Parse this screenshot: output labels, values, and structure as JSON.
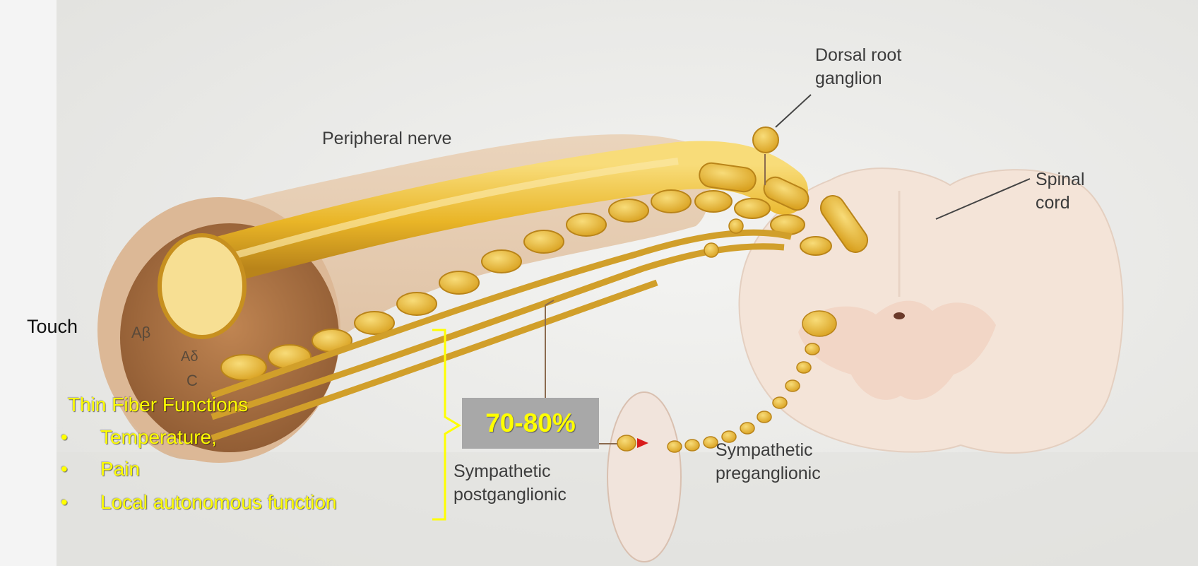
{
  "labels": {
    "dorsal_root_ganglion": "Dorsal root\nganglion",
    "peripheral_nerve": "Peripheral nerve",
    "spinal_cord": "Spinal\ncord",
    "sympathetic_postganglionic": "Sympathetic\npostganglionic",
    "sympathetic_preganglionic": "Sympathetic\npreganglionic"
  },
  "fiber_labels": {
    "a_beta": "Aβ",
    "a_delta": "Aδ",
    "c": "C"
  },
  "side_label": "Touch",
  "overlay": {
    "title": "Thin Fiber Functions",
    "items": [
      "Temperature,",
      "Pain",
      "Local autonomous function"
    ],
    "bullet": "•",
    "percentage": "70-80%"
  },
  "colors": {
    "fiber_gold": "#e9b527",
    "fiber_light": "#f8dc79",
    "nerve_sheath": "#e3c3a3",
    "nerve_core": "#a66d3f",
    "spinal_cord": "#f4e4d8",
    "overlay_text": "#ffff00",
    "bracket": "#ffff00",
    "percentage_box": "#a8a8a8"
  }
}
